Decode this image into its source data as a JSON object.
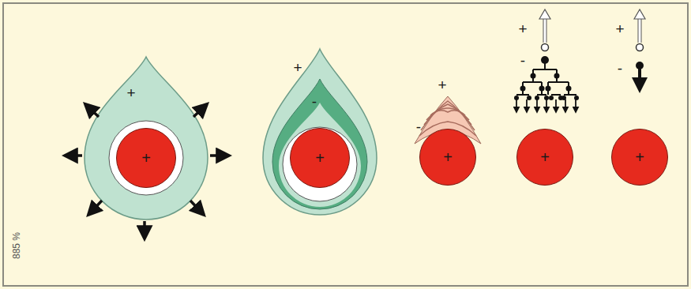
{
  "diagram": {
    "nodes": [
      {
        "text": [
          "+"
        ]
      },
      {
        "text": [
          "+"
        ]
      },
      {
        "text": [
          "+"
        ]
      },
      {
        "text": [
          "+"
        ]
      },
      {
        "text": [
          "+"
        ]
      }
    ],
    "labels": [
      "+",
      "+",
      "-",
      "+",
      "-",
      "+",
      "-",
      "+",
      "-",
      "885 %"
    ]
  }
}
